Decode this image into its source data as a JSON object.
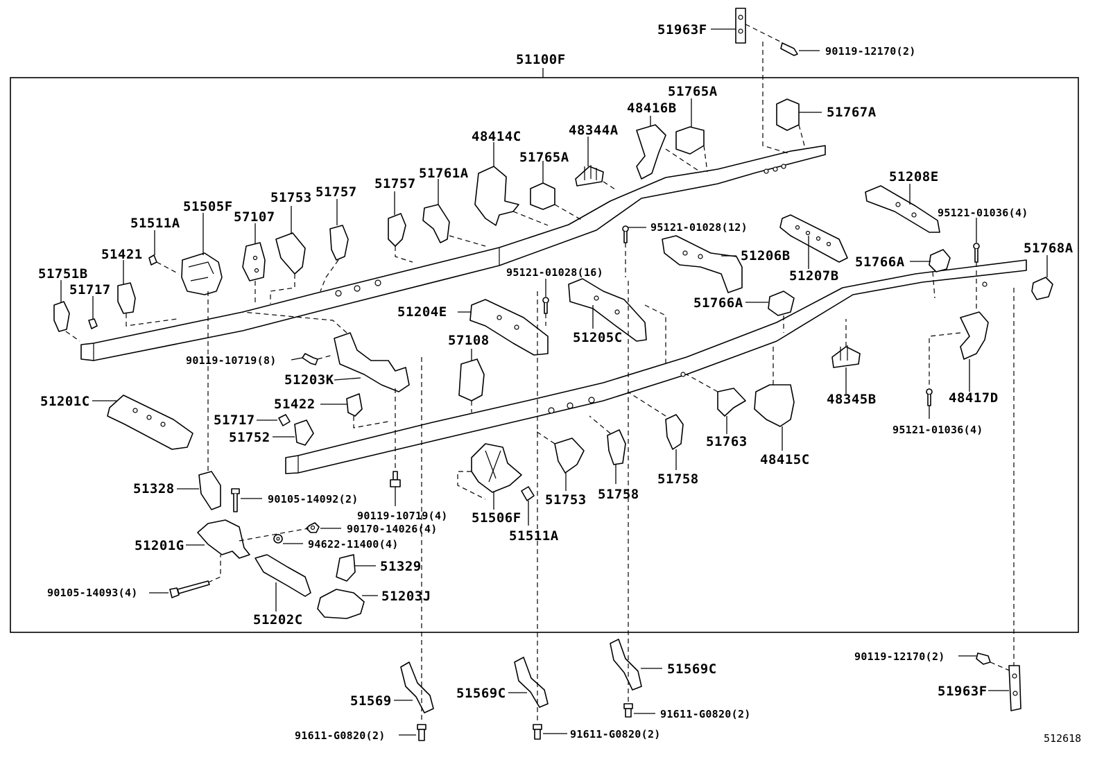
{
  "diagram": {
    "assembly_label": "51100F",
    "figure_number": "512618",
    "parts": [
      {
        "id": "p51963f_top",
        "text": "51963F"
      },
      {
        "id": "p90119_12170_top",
        "text": "90119-12170(2)"
      },
      {
        "id": "p51765a_top",
        "text": "51765A"
      },
      {
        "id": "p48416b",
        "text": "48416B"
      },
      {
        "id": "p51767a",
        "text": "51767A"
      },
      {
        "id": "p48414c",
        "text": "48414C"
      },
      {
        "id": "p48344a",
        "text": "48344A"
      },
      {
        "id": "p51765a_mid",
        "text": "51765A"
      },
      {
        "id": "p51208e",
        "text": "51208E"
      },
      {
        "id": "p51761a",
        "text": "51761A"
      },
      {
        "id": "p51757_a",
        "text": "51757"
      },
      {
        "id": "p51757_b",
        "text": "51757"
      },
      {
        "id": "p51753_top",
        "text": "51753"
      },
      {
        "id": "p51505f",
        "text": "51505F"
      },
      {
        "id": "p57107",
        "text": "57107"
      },
      {
        "id": "p51511a_top",
        "text": "51511A"
      },
      {
        "id": "p95121_01036_top",
        "text": "95121-01036(4)"
      },
      {
        "id": "p95121_01028_12",
        "text": "95121-01028(12)"
      },
      {
        "id": "p51768a",
        "text": "51768A"
      },
      {
        "id": "p51421",
        "text": "51421"
      },
      {
        "id": "p51206b",
        "text": "51206B"
      },
      {
        "id": "p51766a_right",
        "text": "51766A"
      },
      {
        "id": "p51751b",
        "text": "51751B"
      },
      {
        "id": "p95121_01028_16",
        "text": "95121-01028(16)"
      },
      {
        "id": "p51207b",
        "text": "51207B"
      },
      {
        "id": "p51717_top",
        "text": "51717"
      },
      {
        "id": "p51766a_left",
        "text": "51766A"
      },
      {
        "id": "p51204e",
        "text": "51204E"
      },
      {
        "id": "p51205c",
        "text": "51205C"
      },
      {
        "id": "p57108",
        "text": "57108"
      },
      {
        "id": "p90119_10719_8",
        "text": "90119-10719(8)"
      },
      {
        "id": "p51203k",
        "text": "51203K"
      },
      {
        "id": "p48345b",
        "text": "48345B"
      },
      {
        "id": "p48417d",
        "text": "48417D"
      },
      {
        "id": "p51201c",
        "text": "51201C"
      },
      {
        "id": "p51422",
        "text": "51422"
      },
      {
        "id": "p95121_01036_bot",
        "text": "95121-01036(4)"
      },
      {
        "id": "p51717_bot",
        "text": "51717"
      },
      {
        "id": "p51752",
        "text": "51752"
      },
      {
        "id": "p51763",
        "text": "51763"
      },
      {
        "id": "p48415c",
        "text": "48415C"
      },
      {
        "id": "p51758_a",
        "text": "51758"
      },
      {
        "id": "p51328",
        "text": "51328"
      },
      {
        "id": "p51758_b",
        "text": "51758"
      },
      {
        "id": "p90105_14092",
        "text": "90105-14092(2)"
      },
      {
        "id": "p51753_bot",
        "text": "51753"
      },
      {
        "id": "p90119_10719_4",
        "text": "90119-10719(4)"
      },
      {
        "id": "p51506f",
        "text": "51506F"
      },
      {
        "id": "p90170_14026",
        "text": "90170-14026(4)"
      },
      {
        "id": "p51511a_bot",
        "text": "51511A"
      },
      {
        "id": "p51201g",
        "text": "51201G"
      },
      {
        "id": "p94622_11400",
        "text": "94622-11400(4)"
      },
      {
        "id": "p51329",
        "text": "51329"
      },
      {
        "id": "p90105_14093",
        "text": "90105-14093(4)"
      },
      {
        "id": "p51203j",
        "text": "51203J"
      },
      {
        "id": "p51202c",
        "text": "51202C"
      },
      {
        "id": "p51569c_right",
        "text": "51569C"
      },
      {
        "id": "p90119_12170_bot",
        "text": "90119-12170(2)"
      },
      {
        "id": "p51963f_bot",
        "text": "51963F"
      },
      {
        "id": "p51569",
        "text": "51569"
      },
      {
        "id": "p51569c_left",
        "text": "51569C"
      },
      {
        "id": "p91611_g0820_right",
        "text": "91611-G0820(2)"
      },
      {
        "id": "p91611_g0820_left",
        "text": "91611-G0820(2)"
      },
      {
        "id": "p91611_g0820_mid",
        "text": "91611-G0820(2)"
      }
    ]
  }
}
